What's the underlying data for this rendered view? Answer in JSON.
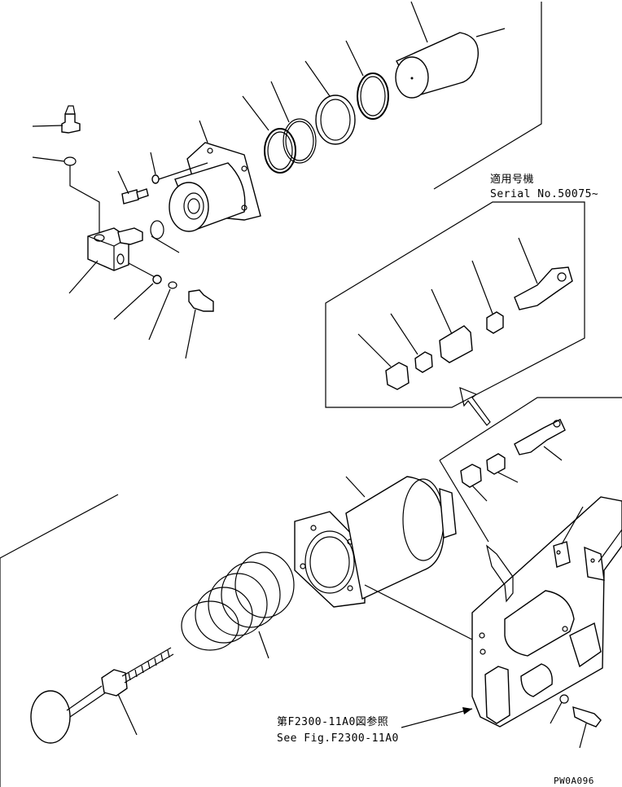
{
  "serial_note": {
    "line1": "適用号機",
    "line2": "Serial No.50075~"
  },
  "reference_note": {
    "line1": "第F2300-11A0図参照",
    "line2": "See Fig.F2300-11A0"
  },
  "drawing_code": "PW0A096"
}
